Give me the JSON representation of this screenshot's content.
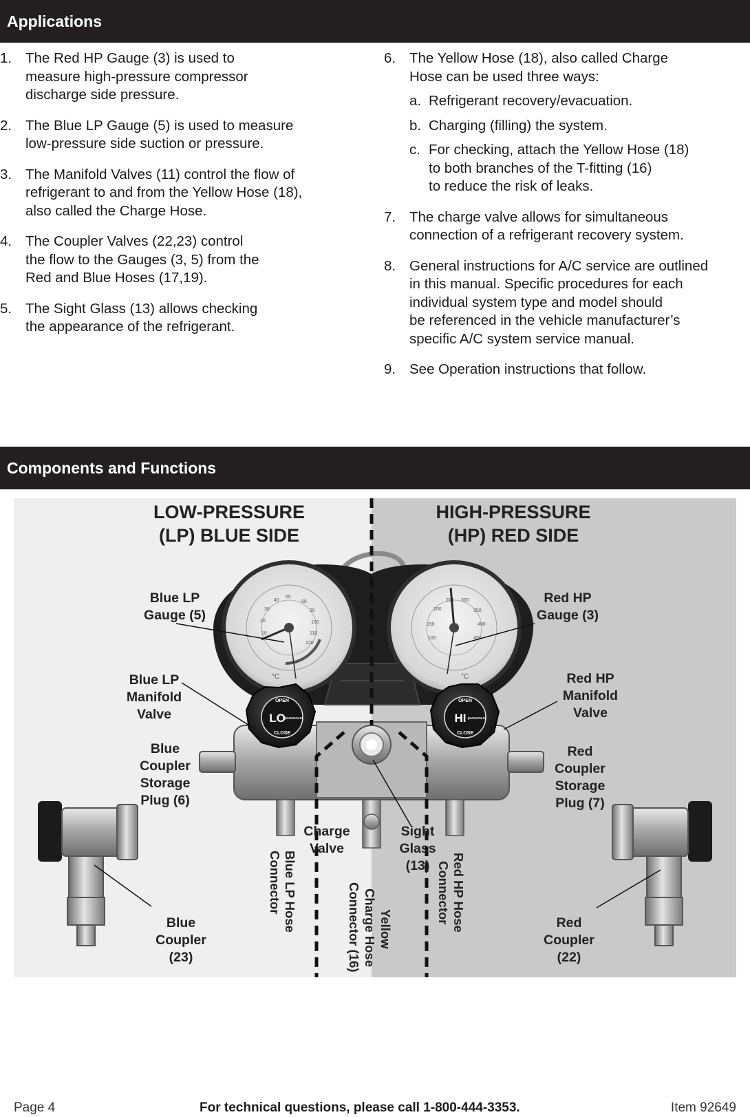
{
  "sections": {
    "applications": "Applications",
    "components": "Components and Functions"
  },
  "applications_left": [
    {
      "num": "1.",
      "text": "The Red HP Gauge (3) is used to\nmeasure high-pressure compressor\ndischarge side pressure."
    },
    {
      "num": "2.",
      "text": "The Blue LP Gauge (5) is used to measure\nlow-pressure side suction or pressure."
    },
    {
      "num": "3.",
      "text": "The Manifold Valves (11) control the flow of\nrefrigerant to and from the Yellow Hose (18),\nalso called the Charge Hose."
    },
    {
      "num": "4.",
      "text": "The Coupler Valves (22,23) control\nthe flow to the Gauges (3, 5) from the\nRed and Blue Hoses (17,19)."
    },
    {
      "num": "5.",
      "text": "The Sight Glass (13) allows checking\nthe appearance of the refrigerant."
    }
  ],
  "applications_right": {
    "item6": {
      "num": "6.",
      "text": "The Yellow Hose (18), also called Charge\nHose can be used three ways:",
      "subs": [
        {
          "letter": "a.",
          "text": "Refrigerant recovery/evacuation."
        },
        {
          "letter": "b.",
          "text": "Charging (filling) the system."
        },
        {
          "letter": "c.",
          "text": "For checking, attach the Yellow Hose (18)\nto both branches of the T-fitting (16)\nto reduce the risk of leaks."
        }
      ]
    },
    "rest": [
      {
        "num": "7.",
        "text": "The charge valve allows for simultaneous\nconnection of a refrigerant recovery system."
      },
      {
        "num": "8.",
        "text": "General instructions for A/C service are outlined\nin this manual.  Specific procedures for each\nindividual system type and model should\nbe referenced in the vehicle manufacturer’s\nspecific A/C system service manual."
      },
      {
        "num": "9.",
        "text": "See Operation instructions that follow."
      }
    ]
  },
  "diagram": {
    "low_side": [
      "LOW-PRESSURE",
      "(LP) BLUE SIDE"
    ],
    "high_side": [
      "HIGH-PRESSURE",
      "(HP) RED SIDE"
    ],
    "labels": {
      "blue_lp_gauge": [
        "Blue LP",
        "Gauge (5)"
      ],
      "red_hp_gauge": [
        "Red HP",
        "Gauge (3)"
      ],
      "blue_lp_valve": [
        "Blue LP",
        "Manifold",
        "Valve"
      ],
      "red_hp_valve": [
        "Red HP",
        "Manifold",
        "Valve"
      ],
      "blue_storage": [
        "Blue",
        "Coupler",
        "Storage",
        "Plug (6)"
      ],
      "red_storage": [
        "Red",
        "Coupler",
        "Storage",
        "Plug (7)"
      ],
      "charge_valve": [
        "Charge",
        "Valve"
      ],
      "sight_glass": [
        "Sight",
        "Glass",
        "(13)"
      ],
      "blue_connector": [
        "Blue LP Hose",
        "Connector"
      ],
      "yellow_connector": [
        "Yellow",
        "Charge Hose",
        "Connector (16)"
      ],
      "red_connector": [
        "Red HP Hose",
        "Connector"
      ],
      "blue_coupler": [
        "Blue",
        "Coupler",
        "(23)"
      ],
      "red_coupler": [
        "Red",
        "Coupler",
        "(22)"
      ]
    },
    "knob_lo": {
      "top": "OPEN",
      "mid": "LO",
      "side": "(MANIFOLD)",
      "bottom": "CLOSE"
    },
    "knob_hi": {
      "top": "OPEN",
      "mid": "HI",
      "side": "(MANIFOLD)",
      "bottom": "CLOSE"
    },
    "lp_ticks": [
      "10",
      "20",
      "30",
      "40",
      "60",
      "80",
      "90",
      "100",
      "110",
      "120"
    ],
    "hp_ticks": [
      "100",
      "150",
      "200",
      "250",
      "300",
      "350",
      "400",
      "450"
    ],
    "gauge_unit": "°C"
  },
  "footer": {
    "page": "Page 4",
    "tech": "For technical questions, please call 1-800-444-3353.",
    "item": "Item 92649"
  },
  "colors": {
    "band": "#231f20",
    "low_panel": "#efefef",
    "high_panel": "#c9c9c9",
    "text": "#1c1c1c"
  }
}
